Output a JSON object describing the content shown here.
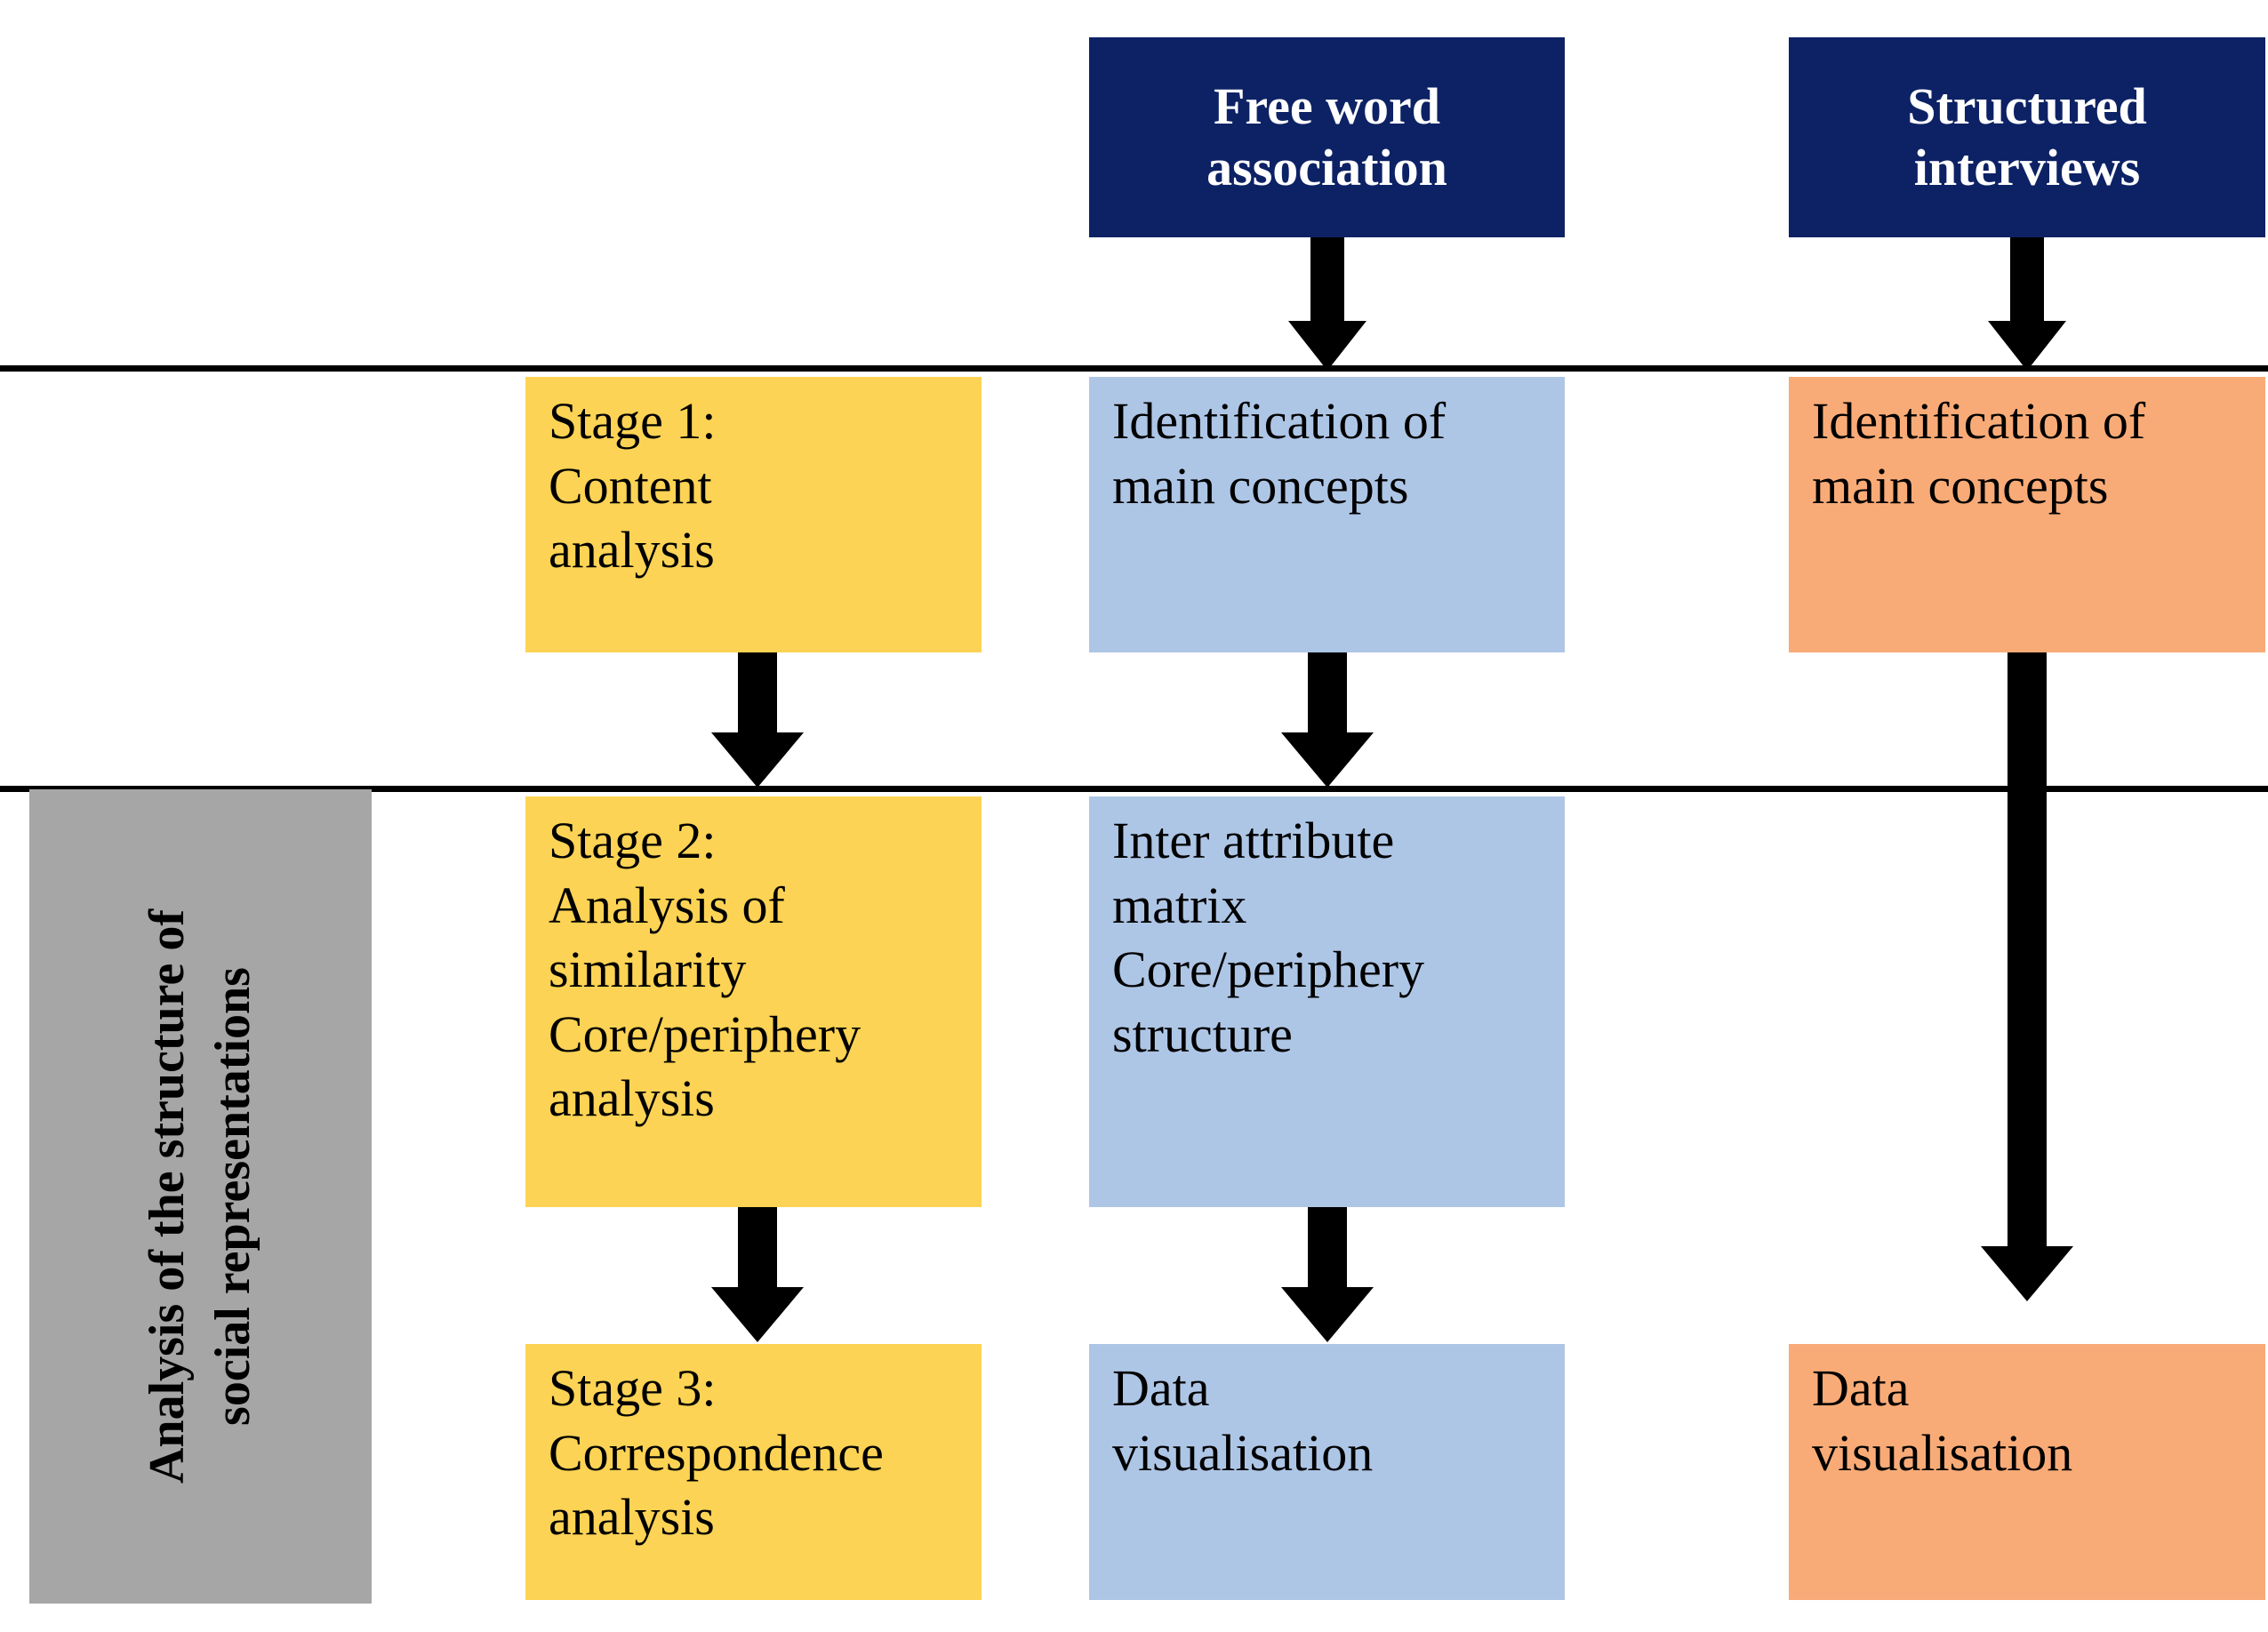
{
  "diagram": {
    "title": "Analysis of the structure of social representations workflow",
    "colors": {
      "navy": "#0d2265",
      "yellow": "#fcd354",
      "blue": "#aec6e6",
      "orange": "#f9ab77",
      "grey": "#a6a6a6",
      "line": "#000000",
      "arrow": "#000000",
      "navy_text": "#ffffff",
      "box_text": "#000000"
    },
    "band": {
      "label": "Analysis of the structure of\nsocial representations"
    },
    "sources": [
      {
        "id": "free-word-association",
        "label": "Free word\nassociation"
      },
      {
        "id": "structured-interviews",
        "label": "Structured\ninterviews"
      }
    ],
    "columns": [
      {
        "id": "stages",
        "fill": "yellow",
        "boxes": [
          {
            "id": "stage-1",
            "label": "Stage 1:\nContent\nanalysis"
          },
          {
            "id": "stage-2",
            "label": "Stage 2:\nAnalysis of\nsimilarity\nCore/periphery\nanalysis"
          },
          {
            "id": "stage-3",
            "label": "Stage 3:\nCorrespondence\nanalysis"
          }
        ]
      },
      {
        "id": "free-word-association-track",
        "fill": "blue",
        "boxes": [
          {
            "id": "fwa-identification",
            "label": "Identification of\nmain concepts"
          },
          {
            "id": "fwa-matrix",
            "label": "Inter attribute\nmatrix\nCore/periphery\nstructure"
          },
          {
            "id": "fwa-visualisation",
            "label": "Data\nvisualisation"
          }
        ]
      },
      {
        "id": "structured-interviews-track",
        "fill": "orange",
        "boxes": [
          {
            "id": "si-identification",
            "label": "Identification of\nmain concepts"
          },
          {
            "id": "si-visualisation",
            "label": "Data\nvisualisation"
          }
        ]
      }
    ],
    "arrows": [
      {
        "id": "arrow-fwa-to-identification",
        "from": "free-word-association",
        "to": "fwa-identification"
      },
      {
        "id": "arrow-si-to-identification",
        "from": "structured-interviews",
        "to": "si-identification"
      },
      {
        "id": "arrow-stage1-to-stage2",
        "from": "stage-1",
        "to": "stage-2"
      },
      {
        "id": "arrow-stage2-to-stage3",
        "from": "stage-2",
        "to": "stage-3"
      },
      {
        "id": "arrow-fwa-id-to-matrix",
        "from": "fwa-identification",
        "to": "fwa-matrix"
      },
      {
        "id": "arrow-fwa-matrix-to-vis",
        "from": "fwa-matrix",
        "to": "fwa-visualisation"
      },
      {
        "id": "arrow-si-id-to-vis",
        "from": "si-identification",
        "to": "si-visualisation"
      }
    ]
  }
}
